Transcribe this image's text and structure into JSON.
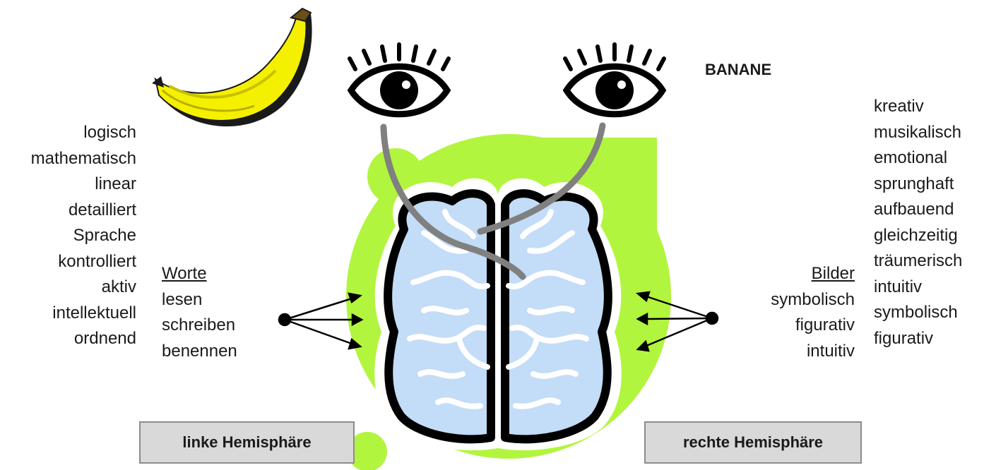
{
  "word_label": "BANANE",
  "left_traits": [
    "logisch",
    "mathematisch",
    "linear",
    "detailliert",
    "Sprache",
    "kontrolliert",
    "aktiv",
    "intellektuell",
    "ordnend"
  ],
  "left_functions": [
    "Worte",
    "lesen",
    "schreiben",
    "benennen"
  ],
  "right_traits": [
    "kreativ",
    "musikalisch",
    "emotional",
    "sprunghaft",
    "aufbauend",
    "gleichzeitig",
    "träumerisch",
    "intuitiv",
    "symbolisch",
    "figurativ"
  ],
  "right_functions": [
    "Bilder",
    "symbolisch",
    "figurativ",
    "intuitiv"
  ],
  "left_hemisphere_label": "linke Hemisphäre",
  "right_hemisphere_label": "rechte Hemisphäre",
  "colors": {
    "background_blob": "#b2f53e",
    "brain_fill": "#c3dcf7",
    "brain_outline": "#000000",
    "optic_path": "#808080",
    "banana": "#f5f000",
    "label_box": "#d9d9d9",
    "label_border": "#8c8c8c"
  },
  "icons": [
    "banana-icon",
    "left-eye-icon",
    "right-eye-icon",
    "brain-icon"
  ]
}
